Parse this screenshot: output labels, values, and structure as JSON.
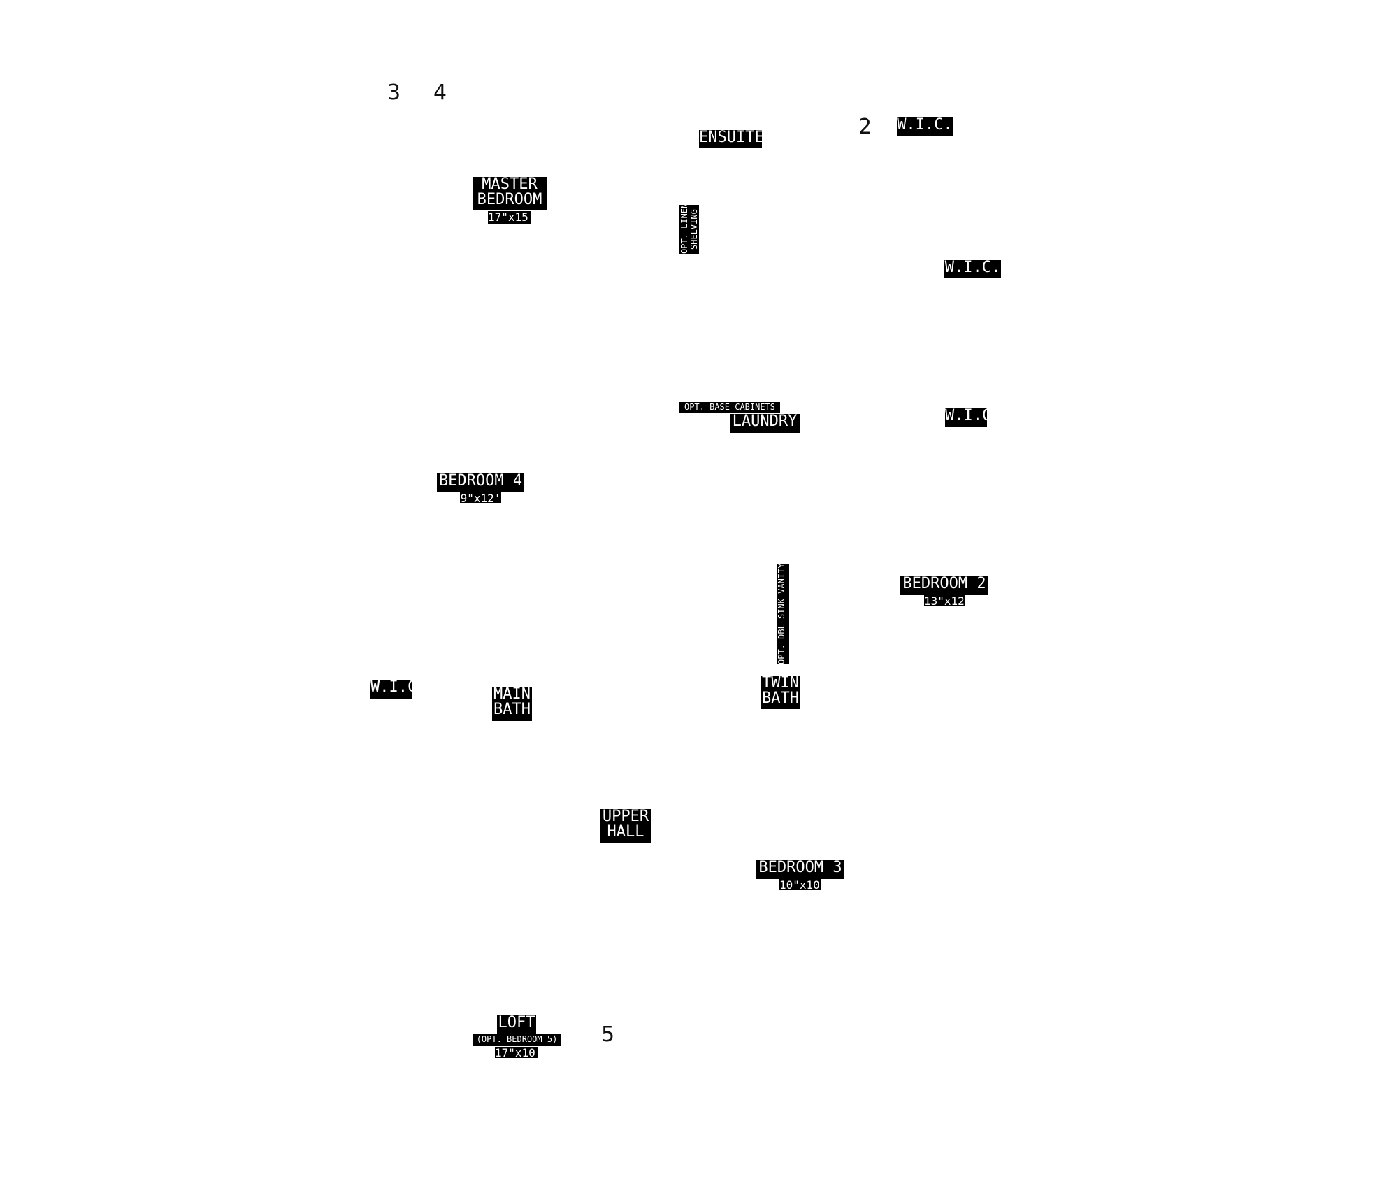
{
  "page_markers": [
    "3",
    "4",
    "2",
    "5"
  ],
  "labels": {
    "ensuite": "ENSUITE",
    "wic_top": "W.I.C.",
    "master_line1": "MASTER",
    "master_line2": "BEDROOM",
    "master_dim": "17\"x15'",
    "opt_linen_line1": "OPT. LINEN",
    "opt_linen_line2": "SHELVING",
    "wic_right": "W.I.C.",
    "opt_base_cabinets": "OPT. BASE CABINETS",
    "laundry": "LAUNDRY",
    "wic_mid": "W.I.C.",
    "bedroom4": "BEDROOM 4",
    "bedroom4_dim": "9\"x12'",
    "opt_dbl_sink": "OPT. DBL SINK VANITY",
    "bedroom2": "BEDROOM 2",
    "bedroom2_dim": "13\"x12'",
    "wic_left": "W.I.C.",
    "main_line1": "MAIN",
    "main_line2": "BATH",
    "twin_line1": "TWIN",
    "twin_line2": "BATH",
    "upper_line1": "UPPER",
    "upper_line2": "HALL",
    "bedroom3": "BEDROOM 3",
    "bedroom3_dim": "10\"x10'",
    "loft": "LOFT",
    "loft_sub": "(OPT. BEDROOM 5)",
    "loft_dim": "17\"x10'"
  }
}
